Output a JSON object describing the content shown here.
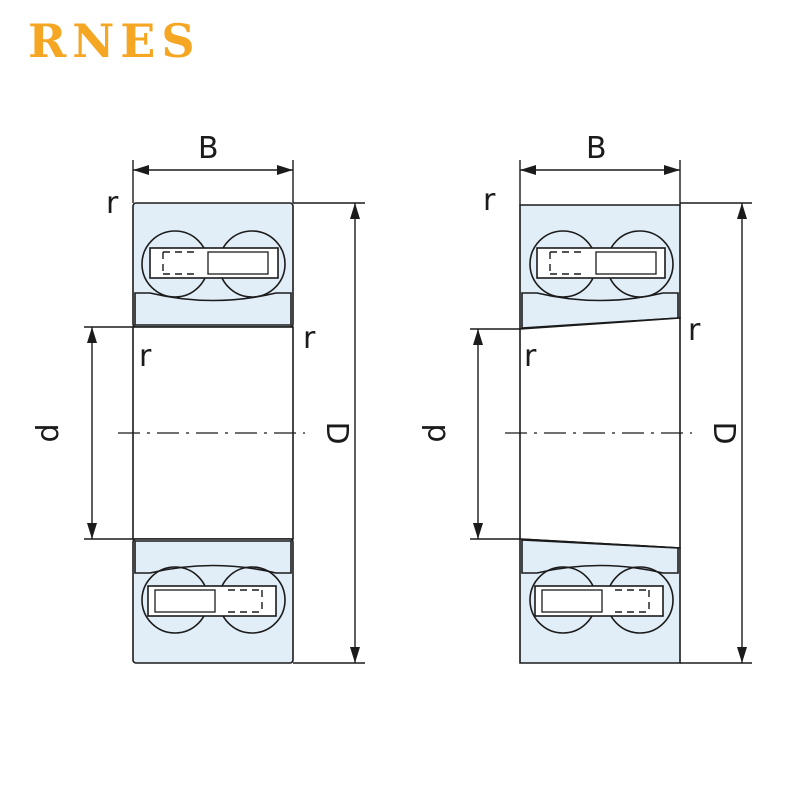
{
  "brand": {
    "name": "RNES",
    "color": "#f5a623"
  },
  "colors": {
    "ring_fill": "#e1eef8",
    "line": "#1b1b1b"
  },
  "views": [
    {
      "bore": "cylindrical",
      "labels": {
        "width": "B",
        "outer_diameter": "D",
        "bore_diameter": "d",
        "radius": "r"
      }
    },
    {
      "bore": "tapered",
      "labels": {
        "width": "B",
        "outer_diameter": "D",
        "bore_diameter": "d",
        "radius": "r"
      }
    }
  ]
}
